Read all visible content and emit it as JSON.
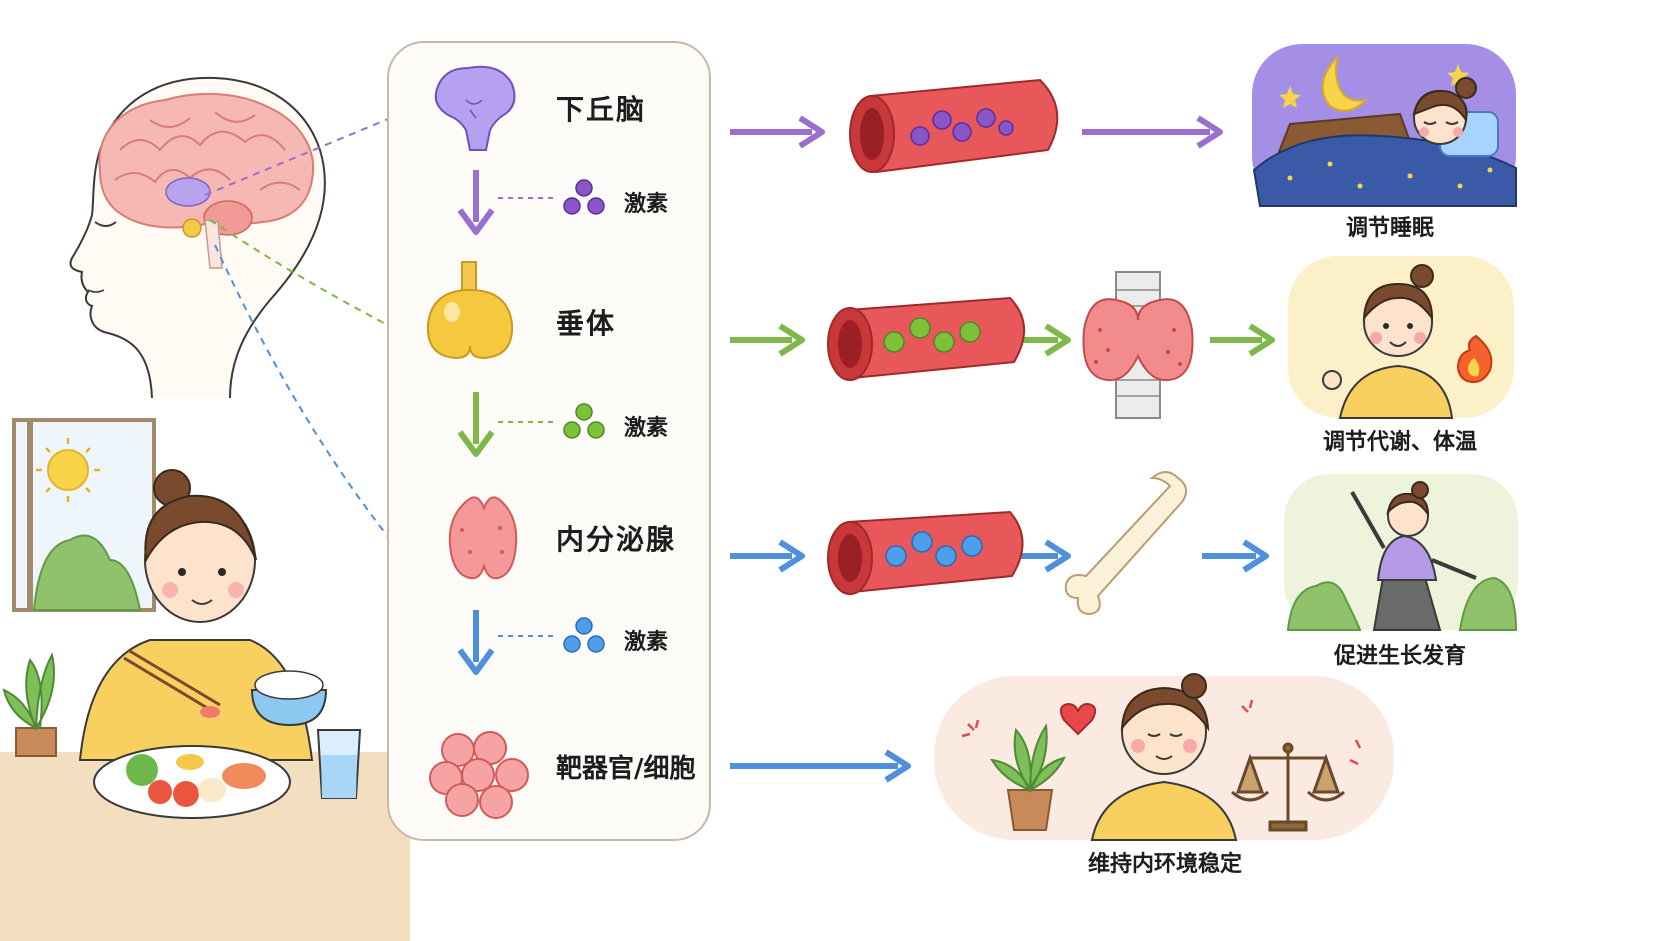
{
  "chain": {
    "hypothalamus": "下丘脑",
    "pituitary": "垂体",
    "endocrine": "内分泌腺",
    "target": "靶器官/细胞",
    "hormone_1": "激素",
    "hormone_2": "激素",
    "hormone_3": "激素"
  },
  "outcomes": {
    "sleep": "调节睡眠",
    "metabolism": "调节代谢、体温",
    "growth": "促进生长发育",
    "homeostasis": "维持内环境稳定"
  },
  "colors": {
    "purple": "#9a6fd0",
    "green": "#7fb84a",
    "blue": "#4f8fdb",
    "vessel": "#e85a5a"
  }
}
